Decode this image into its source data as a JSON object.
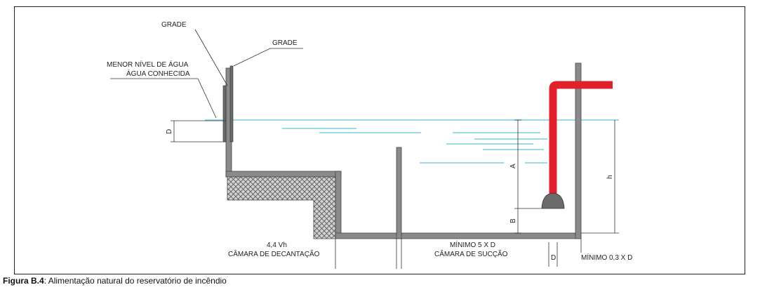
{
  "labels": {
    "grade_1": "GRADE",
    "grade_2": "GRADE",
    "menor_nivel": "MENOR NÍVEL DE ÁGUA",
    "agua_conhecida": "ÁGUA CONHECIDA",
    "d_left": "D",
    "a": "A",
    "b": "B",
    "h": "h",
    "vh": "4,4 Vh",
    "camara_decantacao": "CÂMARA DE DECANTAÇÃO",
    "minimo_5xd": "MÍNIMO 5 X D",
    "camara_succao": "CÂMARA DE SUCÇÃO",
    "d_bottom": "D",
    "minimo_03xd": "MÍNIMO 0,3 X D"
  },
  "caption": {
    "label": "Figura B.4",
    "text": ": Alimentação natural do reservatório de incêndio"
  },
  "colors": {
    "water": "#5fc4dc",
    "pipe": "#e0202a",
    "wall": "#8a8a8a",
    "hatch_fill": "#cfcfcf",
    "bell": "#6b6b6b"
  }
}
